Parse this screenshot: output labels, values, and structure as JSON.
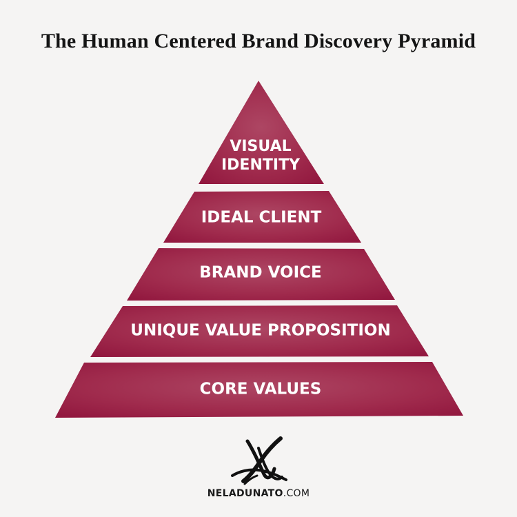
{
  "title": "The Human Centered Brand Discovery Pyramid",
  "tiers": [
    {
      "label_line1": "VISUAL",
      "label_line2": "IDENTITY"
    },
    {
      "label": "IDEAL CLIENT"
    },
    {
      "label": "BRAND VOICE"
    },
    {
      "label": "UNIQUE VALUE PROPOSITION"
    },
    {
      "label": "CORE VALUES"
    }
  ],
  "colors": {
    "tier_fill": "#9c2045",
    "tier_fill_light": "#a8415d",
    "background": "#f5f4f3",
    "text": "#ffffff"
  },
  "logo_icon": "neladunato-monogram-icon",
  "footer": {
    "brand_bold": "NELADUNATO",
    "brand_suffix": ".COM"
  }
}
